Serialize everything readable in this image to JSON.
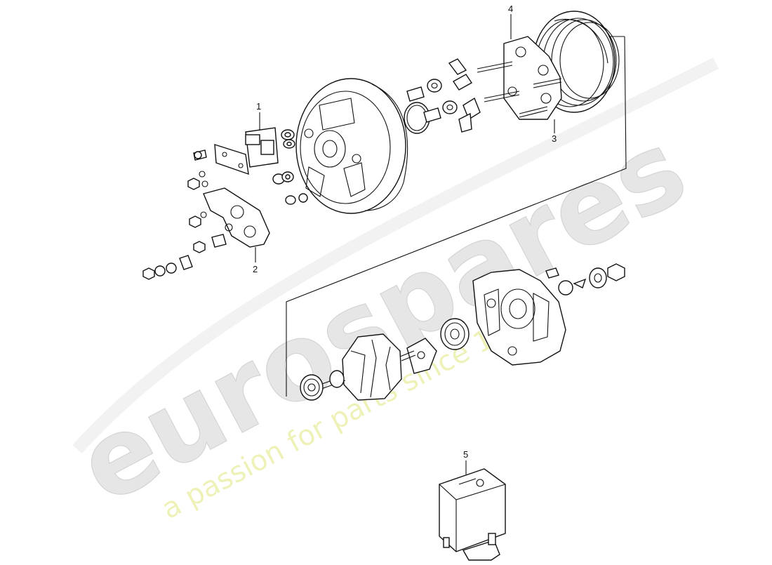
{
  "diagram": {
    "callouts": [
      {
        "id": "1",
        "label": "1"
      },
      {
        "id": "2",
        "label": "2"
      },
      {
        "id": "3",
        "label": "3"
      },
      {
        "id": "4",
        "label": "4"
      },
      {
        "id": "5",
        "label": "5"
      }
    ]
  },
  "watermark": {
    "brand": "eurospares",
    "tagline": "a passion for parts since 1985",
    "brand_color": "#d9d9d9",
    "tagline_color": "#eef0a0"
  }
}
